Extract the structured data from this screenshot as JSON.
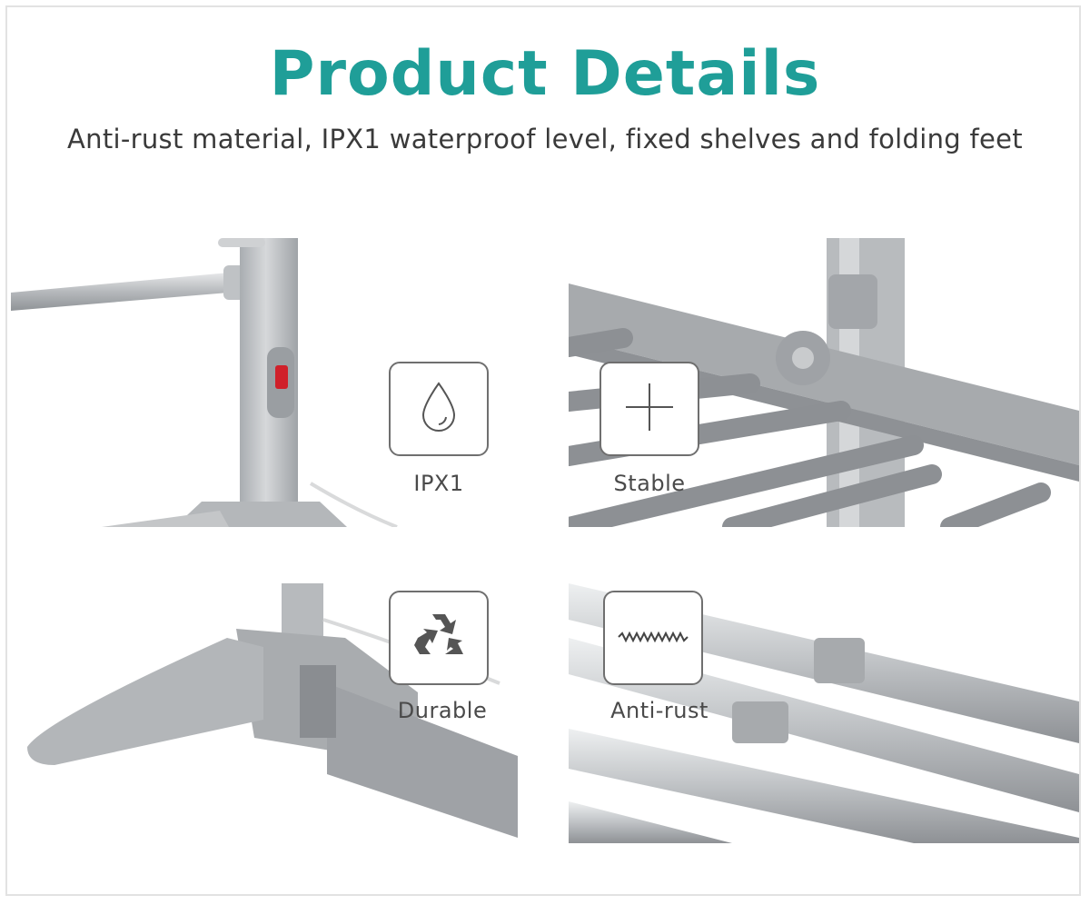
{
  "header": {
    "title": "Product Details",
    "subtitle": "Anti-rust material, IPX1 waterproof level, fixed shelves and folding feet"
  },
  "features": [
    {
      "label": "IPX1",
      "icon": "water-drop-icon"
    },
    {
      "label": "Stable",
      "icon": "plus-icon"
    },
    {
      "label": "Durable",
      "icon": "recycle-icon"
    },
    {
      "label": "Anti-rust",
      "icon": "wave-line-icon"
    }
  ],
  "colors": {
    "title": "#1f9e98",
    "rack_gray": "#b9bcc0",
    "switch_red": "#d0202a"
  }
}
